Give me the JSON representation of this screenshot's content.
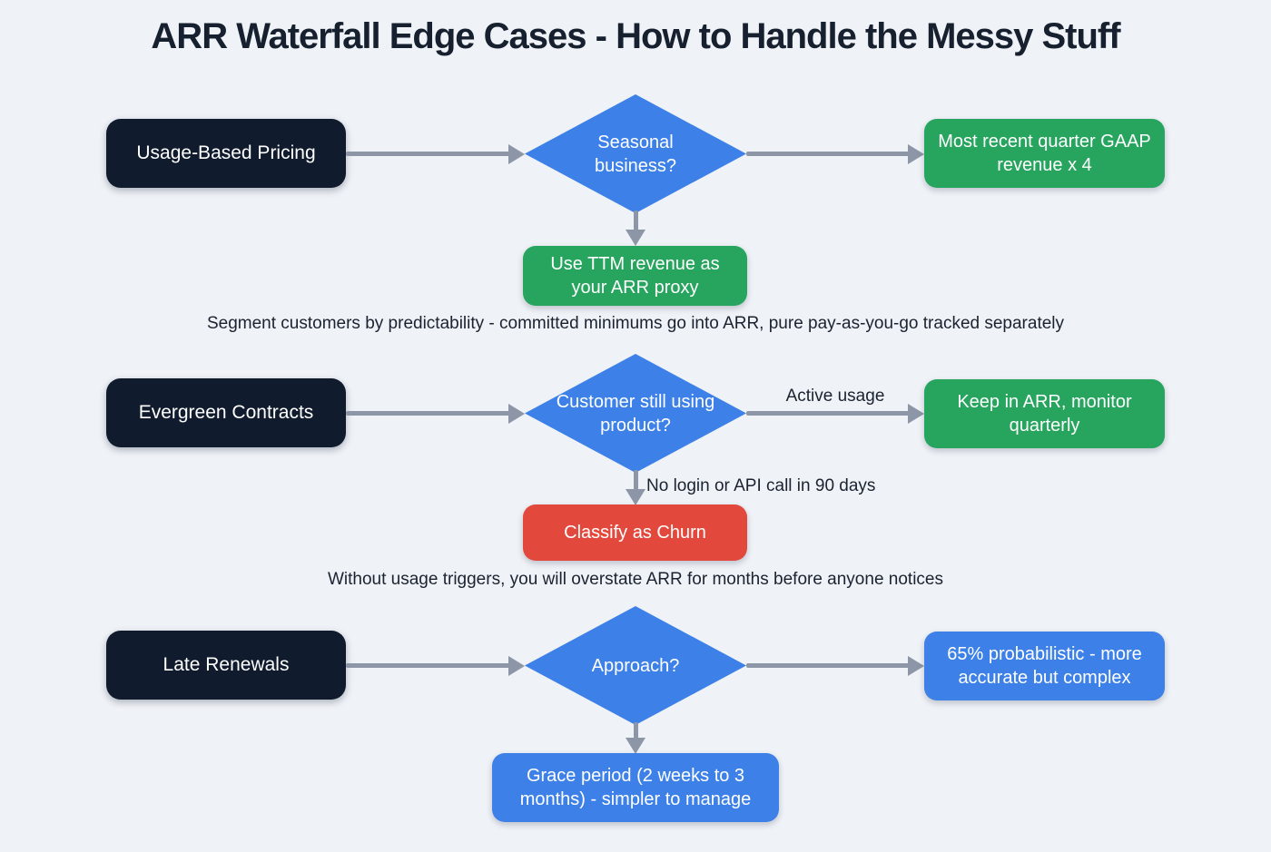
{
  "title": "ARR Waterfall Edge Cases - How to Handle the Messy Stuff",
  "colors": {
    "bg": "#eff2f7",
    "node_dark": "#101b2d",
    "decision_blue": "#3c80e8",
    "result_green": "#27a55e",
    "churn_red": "#e2483c",
    "option_blue": "#3c80e8",
    "arrow_gray": "#8c96a6",
    "ink": "#16202e",
    "text_light": "#ffffff"
  },
  "rows": [
    {
      "source": "Usage-Based Pricing",
      "question": "Seasonal business?",
      "right_result": "Most recent quarter GAAP revenue x 4",
      "down_result": "Use TTM revenue as your ARR proxy",
      "caption": "Segment customers by predictability - committed minimums go into ARR, pure pay-as-you-go tracked separately"
    },
    {
      "source": "Evergreen Contracts",
      "question": "Customer still using product?",
      "right_edge_label": "Active usage",
      "right_result": "Keep in ARR, monitor quarterly",
      "down_edge_label": "No login or API call in 90 days",
      "down_result": "Classify as Churn",
      "caption": "Without usage triggers, you will overstate ARR for months before anyone notices"
    },
    {
      "source": "Late Renewals",
      "question": "Approach?",
      "right_result": "65% probabilistic - more accurate but complex",
      "down_result": "Grace period (2 weeks to 3 months) - simpler to manage"
    }
  ]
}
